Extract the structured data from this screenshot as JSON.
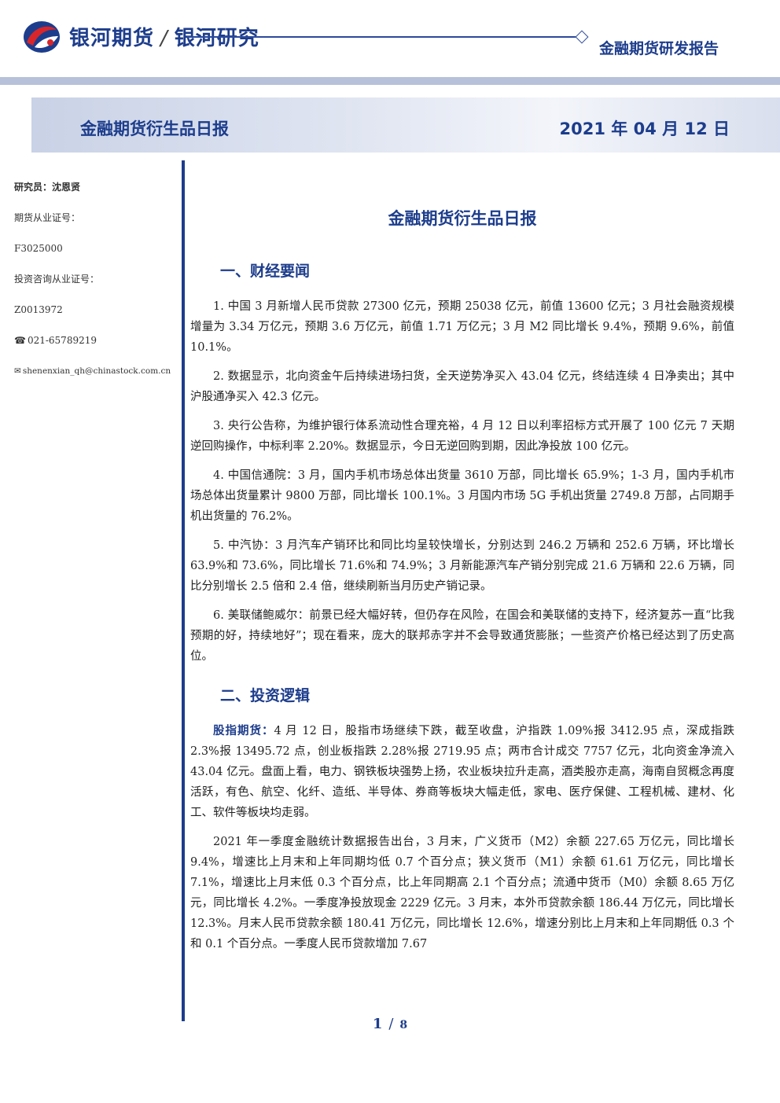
{
  "header": {
    "brand_left": "银河期货",
    "brand_right": "银河研究",
    "report_type": "金融期货研发报告",
    "colors": {
      "brand_blue": "#1d3d8c",
      "logo_red": "#d8262a"
    }
  },
  "banner": {
    "title": "金融期货衍生品日报",
    "date": "2021 年 04 月 12 日"
  },
  "sidebar": {
    "analyst": "研究员：沈恩贤",
    "license_label": "期货从业证号：",
    "license_number": "F3025000",
    "consult_label": "投资咨询从业证号：",
    "consult_number": "Z0013972",
    "phone": "021-65789219",
    "email": "shenenxian_qh@chinastock.com.cn",
    "phone_icon": "phone-icon",
    "email_icon": "envelope-icon"
  },
  "main": {
    "title": "金融期货衍生品日报",
    "section1_heading": "一、财经要闻",
    "news": [
      "1. 中国 3 月新增人民币贷款 27300 亿元，预期 25038 亿元，前值 13600 亿元；3 月社会融资规模增量为 3.34 万亿元，预期 3.6 万亿元，前值 1.71 万亿元；3 月 M2 同比增长 9.4%，预期 9.6%，前值 10.1%。",
      "2. 数据显示，北向资金午后持续进场扫货，全天逆势净买入 43.04 亿元，终结连续 4 日净卖出；其中沪股通净买入 42.3 亿元。",
      "3. 央行公告称，为维护银行体系流动性合理充裕，4 月 12 日以利率招标方式开展了 100 亿元 7 天期逆回购操作，中标利率 2.20%。数据显示，今日无逆回购到期，因此净投放 100 亿元。",
      "4. 中国信通院：3 月，国内手机市场总体出货量 3610 万部，同比增长 65.9%；1-3 月，国内手机市场总体出货量累计 9800 万部，同比增长 100.1%。3 月国内市场 5G 手机出货量 2749.8 万部，占同期手机出货量的 76.2%。",
      "5. 中汽协：3 月汽车产销环比和同比均呈较快增长，分别达到 246.2 万辆和 252.6 万辆，环比增长 63.9%和 73.6%，同比增长 71.6%和 74.9%；3 月新能源汽车产销分别完成 21.6 万辆和 22.6 万辆，同比分别增长 2.5 倍和 2.4 倍，继续刷新当月历史产销记录。",
      "6. 美联储鲍威尔：前景已经大幅好转，但仍存在风险，在国会和美联储的支持下，经济复苏一直“比我预期的好，持续地好”；现在看来，庞大的联邦赤字并不会导致通货膨胀；一些资产价格已经达到了历史高位。"
    ],
    "section2_heading": "二、投资逻辑",
    "logic_lead": "股指期货：",
    "logic_p1": "4 月 12 日，股指市场继续下跌，截至收盘，沪指跌 1.09%报 3412.95 点，深成指跌 2.3%报 13495.72 点，创业板指跌 2.28%报 2719.95 点；两市合计成交 7757 亿元，北向资金净流入 43.04 亿元。盘面上看，电力、钢铁板块强势上扬，农业板块拉升走高，酒类股亦走高，海南自贸概念再度活跃，有色、航空、化纤、造纸、半导体、券商等板块大幅走低，家电、医疗保健、工程机械、建材、化工、软件等板块均走弱。",
    "logic_p2": "2021 年一季度金融统计数据报告出台，3 月末，广义货币（M2）余额 227.65 万亿元，同比增长 9.4%，增速比上月末和上年同期均低 0.7 个百分点；狭义货币（M1）余额 61.61 万亿元，同比增长 7.1%，增速比上月末低 0.3 个百分点，比上年同期高 2.1 个百分点；流通中货币（M0）余额 8.65 万亿元，同比增长 4.2%。一季度净投放现金 2229 亿元。3 月末，本外币贷款余额 186.44 万亿元，同比增长 12.3%。月末人民币贷款余额 180.41 万亿元，同比增长 12.6%，增速分别比上月末和上年同期低 0.3 个和 0.1 个百分点。一季度人民币贷款增加 7.67"
  },
  "footer": {
    "page_current": "1",
    "page_sep": "/",
    "page_total": "8"
  }
}
